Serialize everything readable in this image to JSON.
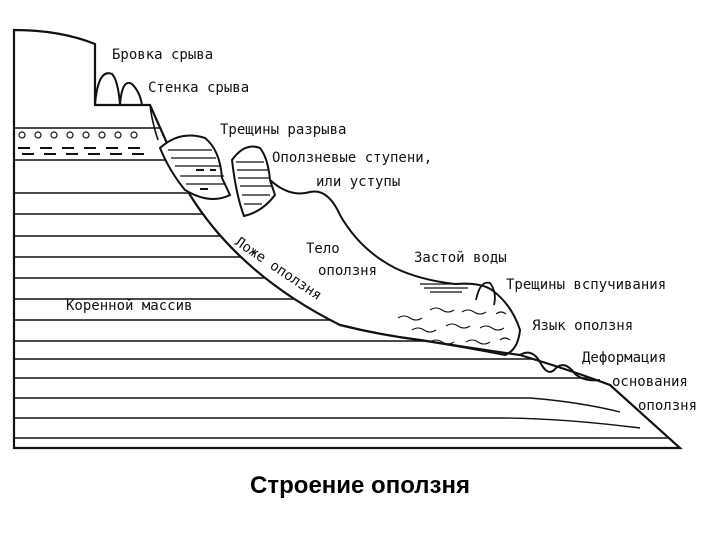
{
  "diagram": {
    "labels": {
      "brovka": "Бровка срыва",
      "stenka": "Стенка срыва",
      "treshchiny_razryva": "Трещины разрыва",
      "stupeni_1": "Оползневые ступени,",
      "stupeni_2": "или уступы",
      "telo_1": "Тело",
      "telo_2": "оползня",
      "lozhe": "Ложе оползня",
      "zastoy": "Застой воды",
      "treshchiny_vspuchivaniya": "Трещины вспучивания",
      "yazyk": "Язык оползня",
      "deformatsiya_1": "Деформация",
      "deformatsiya_2": "основания",
      "deformatsiya_3": "оползня",
      "korennoy": "Коренной массив"
    }
  },
  "caption": "Строение оползня"
}
